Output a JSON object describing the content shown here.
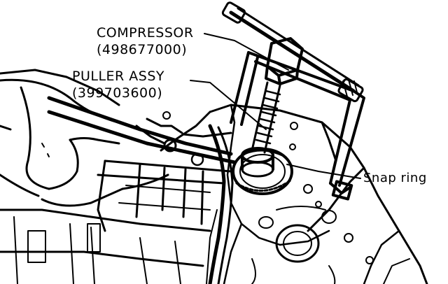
{
  "labels": {
    "compressor_name": "COMPRESSOR",
    "compressor_part": "(498677000)",
    "puller_name": "PULLER ASSY",
    "puller_part": "(399703600)",
    "snap_ring": "Snap ring"
  }
}
